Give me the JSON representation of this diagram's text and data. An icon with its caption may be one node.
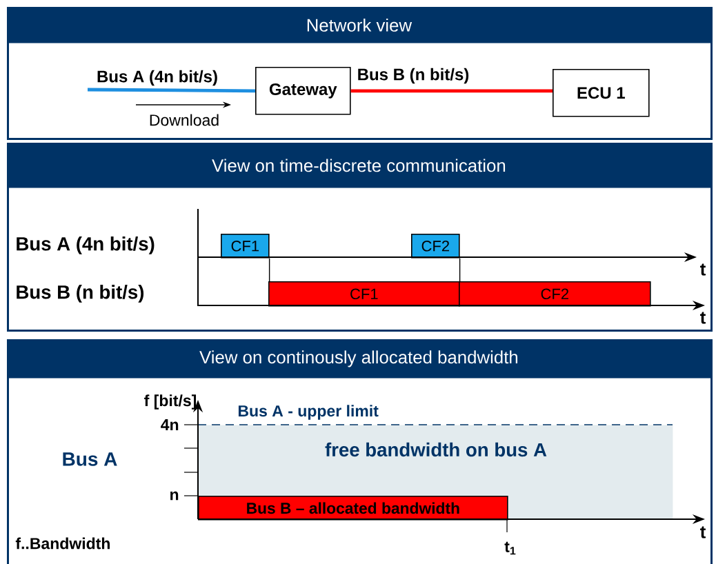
{
  "diagram": {
    "nodes": [
      {
        "text": [
          "Network view"
        ]
      },
      {
        "text": [
          "Gateway"
        ],
        "in": 0
      },
      {
        "text": [
          "ECU 1"
        ],
        "in": 0
      },
      {
        "text": [
          "View on time-discrete communication"
        ]
      },
      {
        "text": [
          "CF1"
        ],
        "in": 3
      },
      {
        "text": [
          "CF2"
        ],
        "in": 3
      },
      {
        "text": [
          "CF1"
        ],
        "in": 3
      },
      {
        "text": [
          "CF2"
        ],
        "in": 3
      },
      {
        "text": [
          "View on continously allocated bandwidth"
        ]
      },
      {
        "text": [
          "free bandwidth on bus A"
        ],
        "in": 8
      },
      {
        "text": [
          "Bus B – allocated bandwidth"
        ],
        "in": 9
      }
    ],
    "edges": [
      {
        "from": null,
        "to": 1,
        "arrow": "none",
        "label": "Bus A (4n bit/s)",
        "style": "thick",
        "color": "#1e8fe0"
      },
      {
        "from": 1,
        "to": 2,
        "arrow": "none",
        "label": "Bus B (n bit/s)",
        "style": "thick",
        "color": "#ff0000"
      },
      {
        "from": 4,
        "to": 6,
        "arrow": "none"
      },
      {
        "from": 5,
        "to": 7,
        "arrow": "none"
      }
    ],
    "labels": [
      "Download",
      "Bus A (4n bit/s)",
      "Bus B (n bit/s)",
      "t",
      "t",
      "f [bit/s]",
      "Bus A - upper limit",
      "4n",
      "Bus A",
      "n",
      "t",
      "f..Bandwidth",
      "t$_{1}$"
    ]
  }
}
